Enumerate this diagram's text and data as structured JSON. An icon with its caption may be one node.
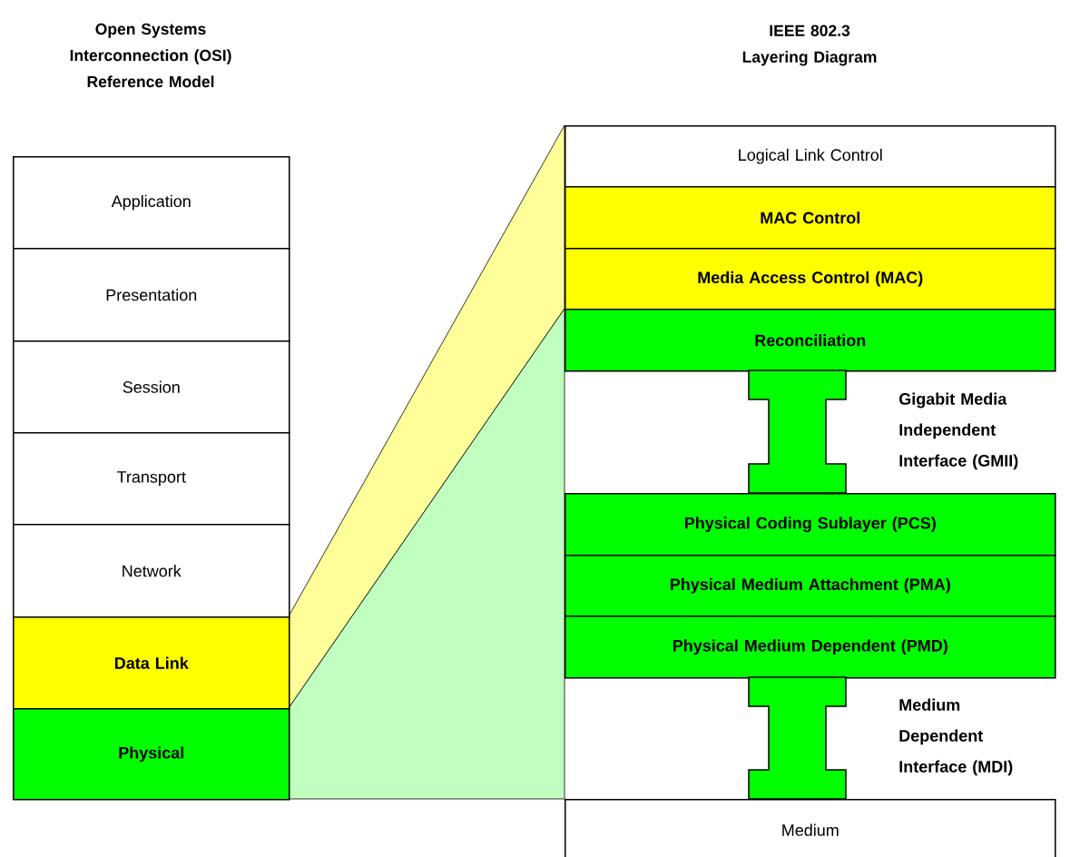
{
  "diagram": {
    "nodes": [
      {
        "text": [
          "Application"
        ]
      },
      {
        "text": [
          "Presentation"
        ]
      },
      {
        "text": [
          "Session"
        ]
      },
      {
        "text": [
          "Transport"
        ]
      },
      {
        "text": [
          "Network"
        ]
      },
      {
        "text": [
          "Data Link"
        ]
      },
      {
        "text": [
          "Physical"
        ]
      },
      {
        "text": [
          "Logical Link Control"
        ]
      },
      {
        "text": [
          "MAC Control"
        ]
      },
      {
        "text": [
          "Media Access Control (MAC)"
        ]
      },
      {
        "text": [
          "Reconciliation"
        ]
      },
      {
        "text": [],
        "shape": "bar"
      },
      {
        "text": [
          "Physical Coding Sublayer (PCS)"
        ]
      },
      {
        "text": [
          "Physical Medium Attachment (PMA)"
        ]
      },
      {
        "text": [
          "Physical Medium Dependent (PMD)"
        ]
      },
      {
        "text": [],
        "shape": "bar"
      },
      {
        "text": [
          "Medium"
        ]
      }
    ],
    "labels": [
      "Open Systems Interconnection (OSI) Reference Model",
      "IEEE 802.3 Layering Diagram",
      "Gigabit Media Independent Interface (GMII)",
      "Medium Dependent Interface (MDI)"
    ]
  }
}
